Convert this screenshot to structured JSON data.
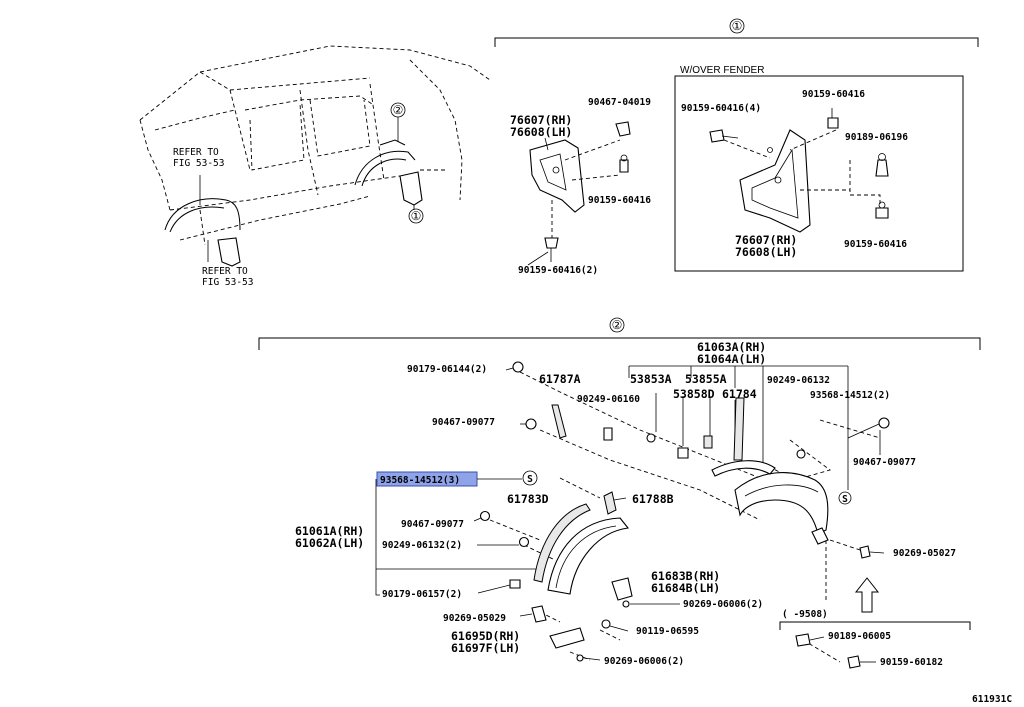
{
  "diagram": {
    "group_markers": {
      "one": "①",
      "two": "②"
    },
    "over_fender_header": "W/OVER FENDER",
    "refer_labels": [
      {
        "line1": "REFER TO",
        "line2": "FIG 53-53"
      },
      {
        "line1": "REFER TO",
        "line2": "FIG 53-53"
      }
    ],
    "group1": {
      "mudflap_rh": "76607(RH)",
      "mudflap_lh": "76608(LH)",
      "p1": "90467-04019",
      "p2": "90159-60416",
      "p3": "90159-60416(2)"
    },
    "overfender": {
      "p1": "90159-60416(4)",
      "p2": "90159-60416",
      "p3": "90189-06196",
      "p4": "90159-60416",
      "mudflap_rh": "76607(RH)",
      "mudflap_lh": "76608(LH)"
    },
    "group2": {
      "main_rh": "61063A(RH)",
      "main_lh": "61064A(LH)",
      "p_90179_06144": "90179-06144(2)",
      "p_61787A": "61787A",
      "p_53853A": "53853A",
      "p_53855A": "53855A",
      "p_90249_06132": "90249-06132",
      "p_90249_06160": "90249-06160",
      "p_53858D": "53858D",
      "p_61784": "61784",
      "p_93568_14512_2": "93568-14512(2)",
      "p_90467_09077_a": "90467-09077",
      "p_90467_09077_b": "90467-09077",
      "p_93568_14512_3": "93568-14512(3)",
      "p_61783D": "61783D",
      "p_61788B": "61788B",
      "front_rh": "61061A(RH)",
      "front_lh": "61062A(LH)",
      "p_90467_09077_c": "90467-09077",
      "p_90249_06132_2": "90249-06132(2)",
      "p_90269_05027": "90269-05027",
      "p_90179_06157": "90179-06157(2)",
      "bracket_rh": "61683B(RH)",
      "bracket_lh": "61684B(LH)",
      "p_90269_06006_a": "90269-06006(2)",
      "p_90269_05029": "90269-05029",
      "p_9508": "(  -9508)",
      "p_90119_06595": "90119-06595",
      "p_90189_06005": "90189-06005",
      "lower_rh": "61695D(RH)",
      "lower_lh": "61697F(LH)",
      "p_90269_06006_b": "90269-06006(2)",
      "p_90159_60182": "90159-60182"
    },
    "s_symbol": "S",
    "figure_id": "611931C"
  }
}
